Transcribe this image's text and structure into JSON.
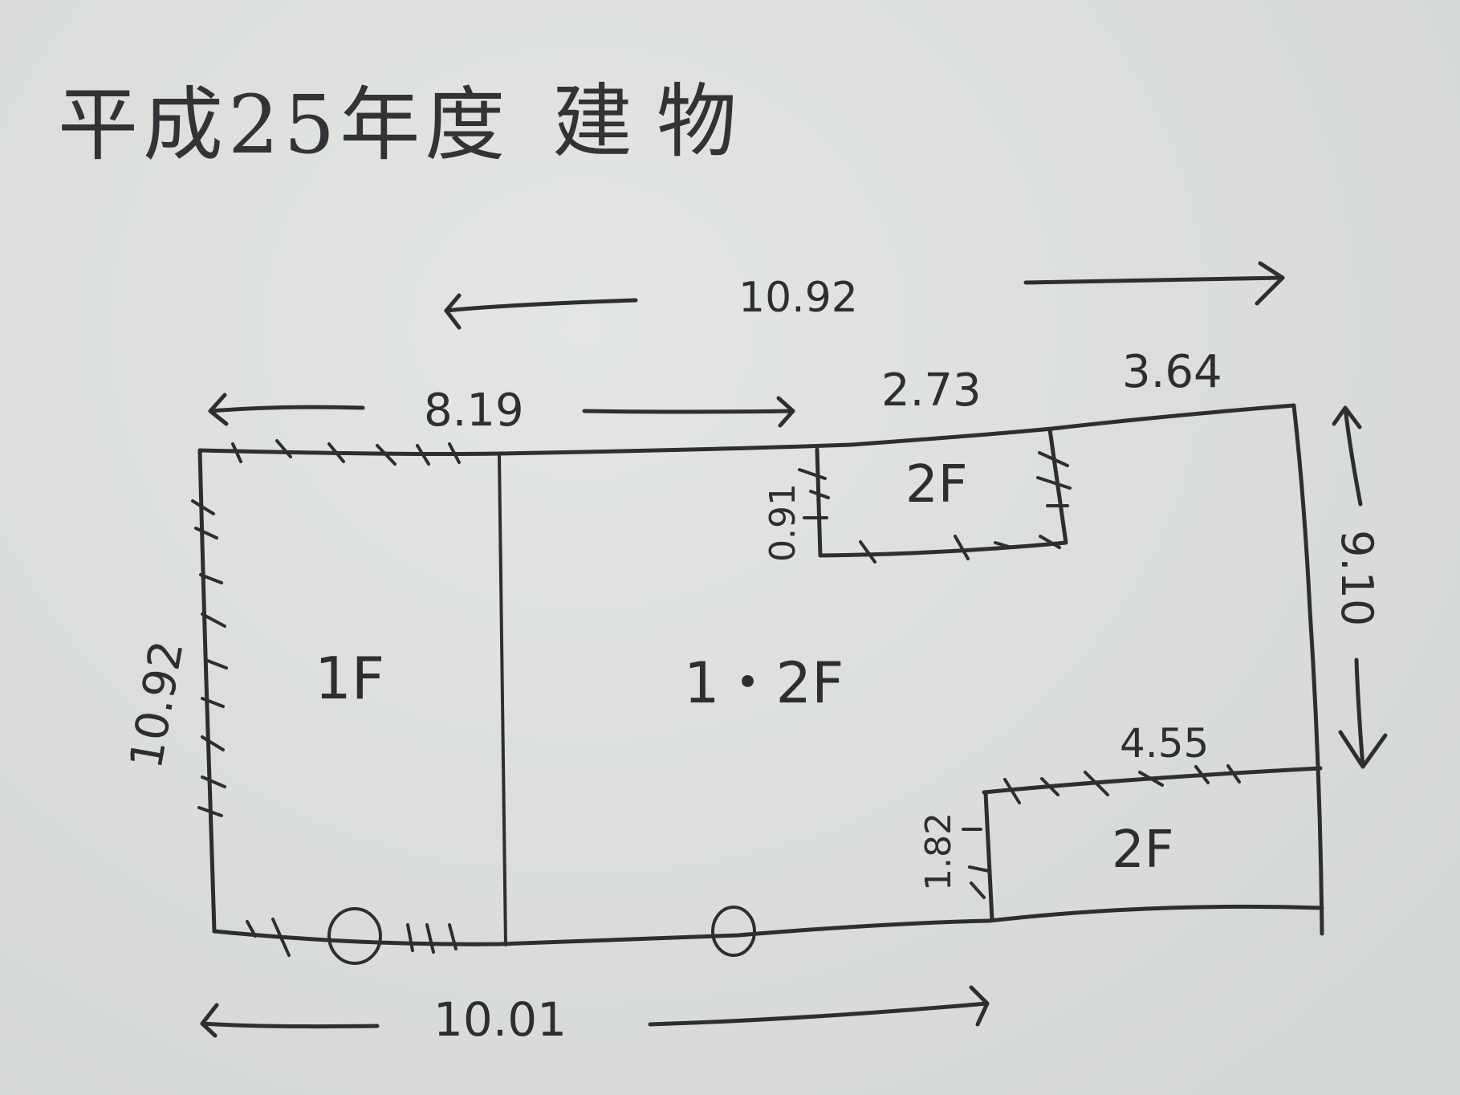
{
  "title": {
    "era_year": "平成25年度",
    "subject": "建物"
  },
  "colors": {
    "paper": "#dcdfdc",
    "ink": "#2f2d30"
  },
  "rooms": {
    "room_1f": "1F",
    "room_1_2f": "1・2F",
    "room_2f_top": "2F",
    "room_2f_bottom": "2F"
  },
  "dimensions": {
    "overall_top_width": "10.92",
    "top_left_width": "8.19",
    "top_mid_width": "2.73",
    "top_right_width": "3.64",
    "left_height": "10.92",
    "right_height": "9.10",
    "bottom_width": "10.01",
    "upper_2f_depth": "0.91",
    "lower_2f_width": "4.55",
    "lower_2f_depth": "1.82"
  },
  "symbols": {
    "entrance_markers": 2
  }
}
